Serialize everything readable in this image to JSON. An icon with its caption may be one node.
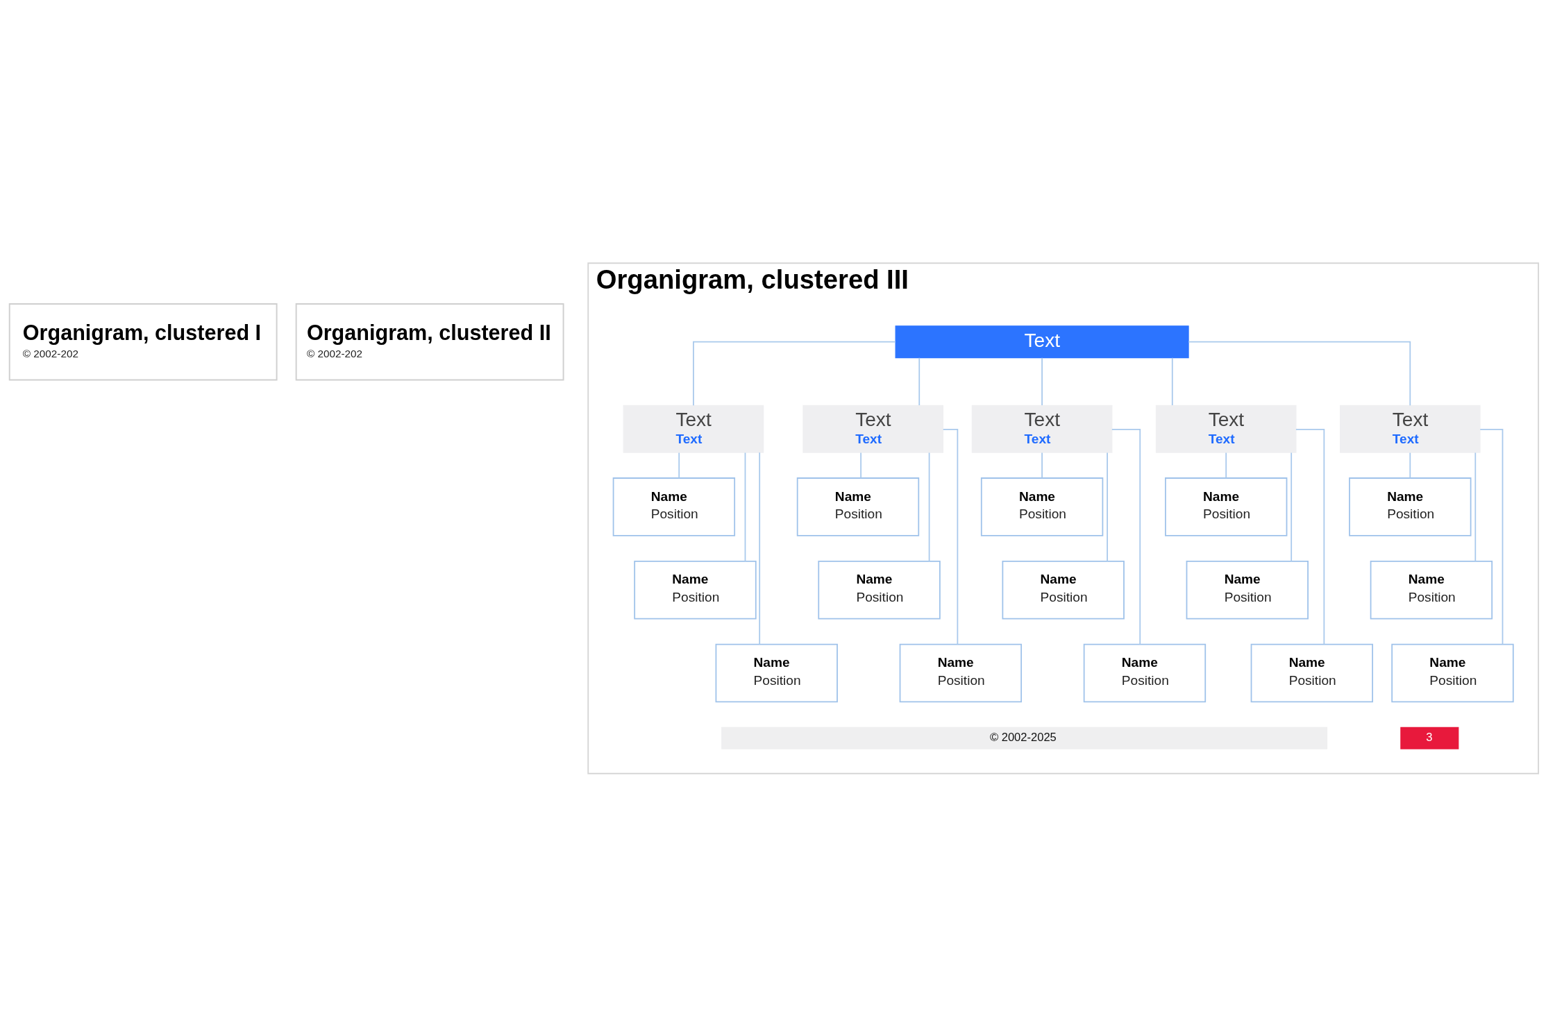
{
  "diagram": {
    "nodes": [
      {
        "text": [
          "Organigram, clustered I",
          "© 2002-202"
        ]
      },
      {
        "text": [
          "Organigram, clustered II",
          "© 2002-202"
        ]
      },
      {
        "text": [
          "Organigram, clustered III"
        ]
      },
      {
        "text": [
          "Text"
        ],
        "in": 2
      },
      {
        "text": [
          "Text",
          "Text"
        ],
        "in": 2
      },
      {
        "text": [
          "Text",
          "Text"
        ],
        "in": 2
      },
      {
        "text": [
          "Text",
          "Text"
        ],
        "in": 2
      },
      {
        "text": [
          "Text",
          "Text"
        ],
        "in": 2
      },
      {
        "text": [
          "Text",
          "Text"
        ],
        "in": 2
      },
      {
        "text": [
          "Name",
          "Position"
        ],
        "in": 2
      },
      {
        "text": [
          "Name",
          "Position"
        ],
        "in": 2
      },
      {
        "text": [
          "Name",
          "Position"
        ],
        "in": 2
      },
      {
        "text": [
          "Name",
          "Position"
        ],
        "in": 2
      },
      {
        "text": [
          "Name",
          "Position"
        ],
        "in": 2
      },
      {
        "text": [
          "Name",
          "Position"
        ],
        "in": 2
      },
      {
        "text": [
          "Name",
          "Position"
        ],
        "in": 2
      },
      {
        "text": [
          "Name",
          "Position"
        ],
        "in": 2
      },
      {
        "text": [
          "Name",
          "Position"
        ],
        "in": 2
      },
      {
        "text": [
          "Name",
          "Position"
        ],
        "in": 2
      },
      {
        "text": [
          "Name",
          "Position"
        ],
        "in": 2
      },
      {
        "text": [
          "Name",
          "Position"
        ],
        "in": 2
      },
      {
        "text": [
          "Name",
          "Position"
        ],
        "in": 2
      },
      {
        "text": [
          "Name",
          "Position"
        ],
        "in": 2
      },
      {
        "text": [
          "Name",
          "Position"
        ],
        "in": 2
      },
      {
        "text": [
          "© 2002-2025"
        ],
        "in": 2
      },
      {
        "text": [
          "3"
        ],
        "in": 2
      }
    ],
    "edges": [
      {
        "from": 3,
        "to": 4,
        "arrow": "none"
      },
      {
        "from": 3,
        "to": 5,
        "arrow": "none"
      },
      {
        "from": 3,
        "to": 6,
        "arrow": "none"
      },
      {
        "from": 3,
        "to": 7,
        "arrow": "none"
      },
      {
        "from": 3,
        "to": 8,
        "arrow": "none"
      },
      {
        "from": 4,
        "to": 9,
        "arrow": "none"
      },
      {
        "from": 4,
        "to": 14,
        "arrow": "none"
      },
      {
        "from": 4,
        "to": 19,
        "arrow": "none"
      },
      {
        "from": 5,
        "to": 10,
        "arrow": "none"
      },
      {
        "from": 5,
        "to": 15,
        "arrow": "none"
      },
      {
        "from": 5,
        "to": 20,
        "arrow": "none"
      },
      {
        "from": 6,
        "to": 11,
        "arrow": "none"
      },
      {
        "from": 6,
        "to": 16,
        "arrow": "none"
      },
      {
        "from": 6,
        "to": 21,
        "arrow": "none"
      },
      {
        "from": 7,
        "to": 12,
        "arrow": "none"
      },
      {
        "from": 7,
        "to": 17,
        "arrow": "none"
      },
      {
        "from": 7,
        "to": 22,
        "arrow": "none"
      },
      {
        "from": 8,
        "to": 13,
        "arrow": "none"
      },
      {
        "from": 8,
        "to": 18,
        "arrow": "none"
      },
      {
        "from": 8,
        "to": 23,
        "arrow": "none"
      }
    ]
  }
}
